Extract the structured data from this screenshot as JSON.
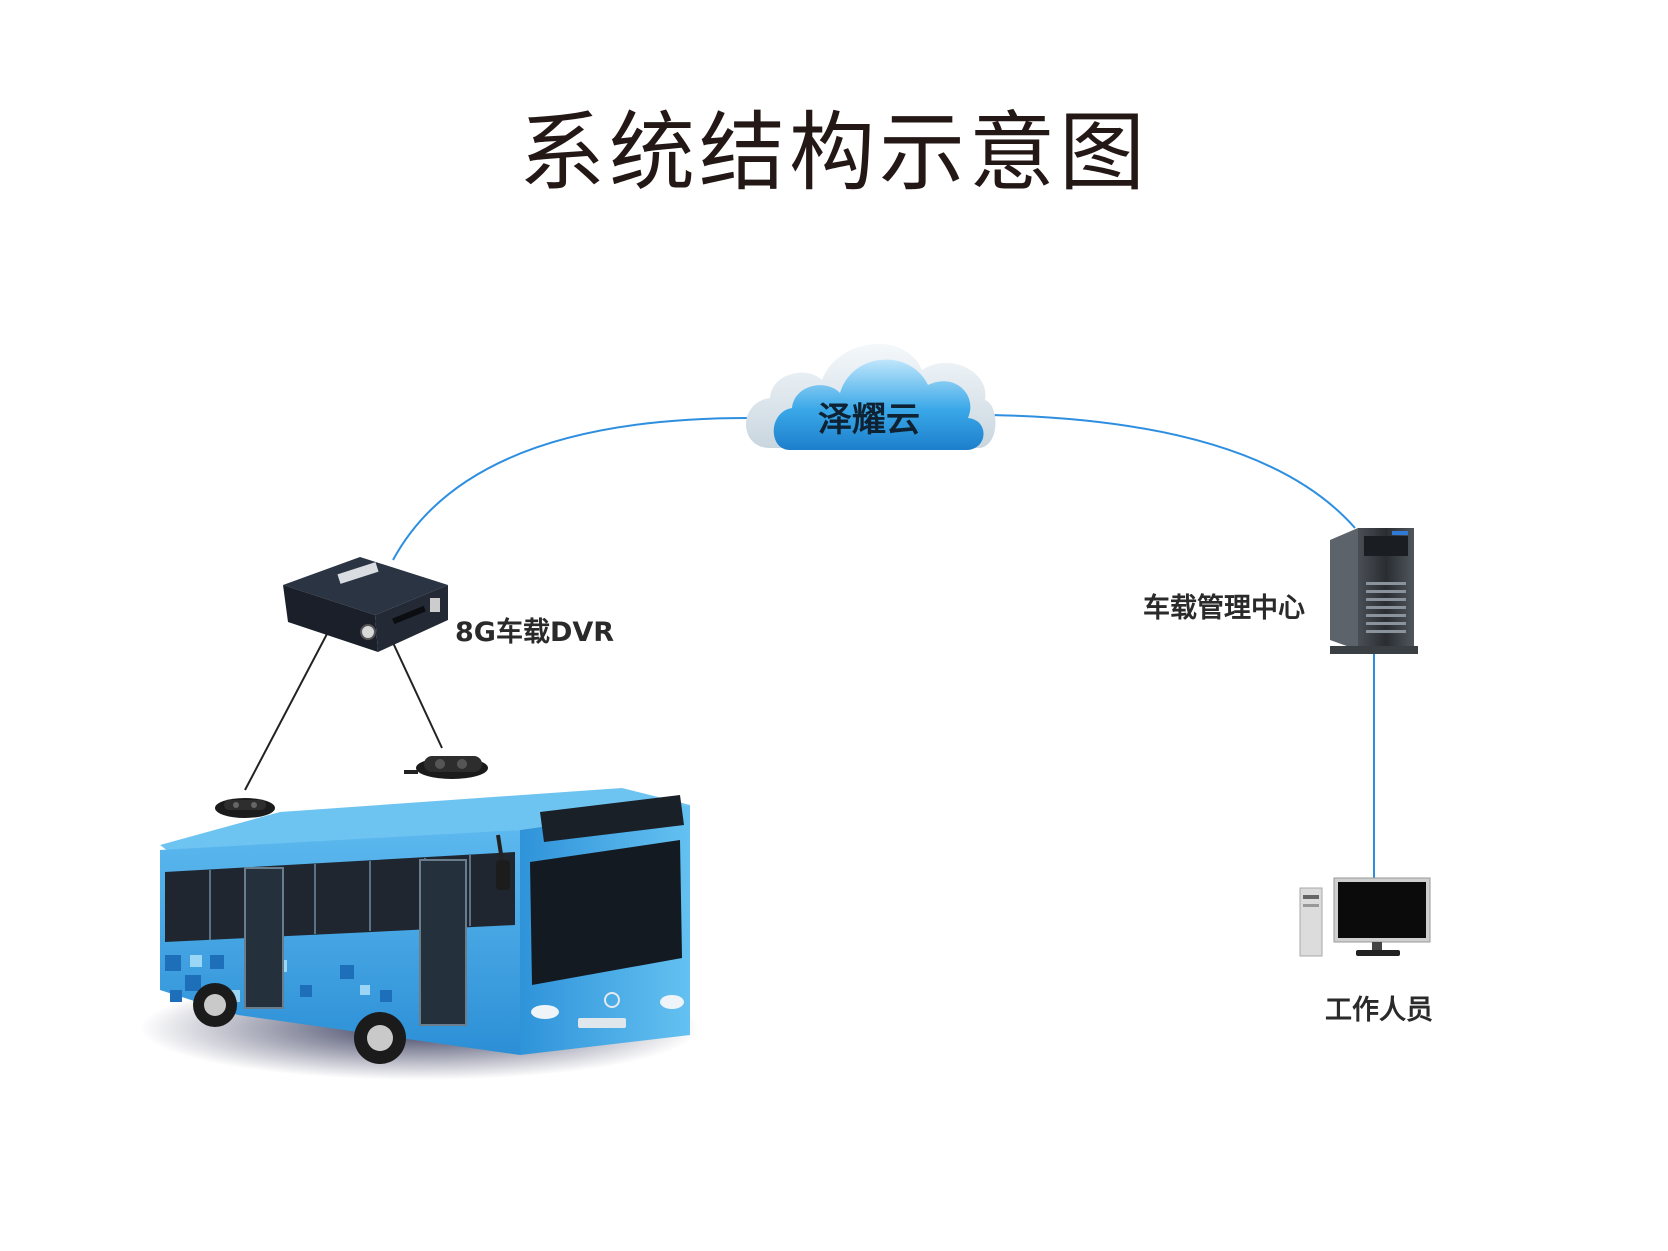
{
  "title": "系统结构示意图",
  "nodes": {
    "cloud": {
      "label": "泽耀云"
    },
    "dvr": {
      "label": "8G车载DVR"
    },
    "server": {
      "label": "车载管理中心"
    },
    "workstation": {
      "label": "工作人员"
    }
  },
  "colors": {
    "link_blue": "#2e8fe0",
    "cable_black": "#222222",
    "title_text": "#231815",
    "bus_blue": "#3aa3e4",
    "cloud_blue": "#3aa8e8"
  }
}
